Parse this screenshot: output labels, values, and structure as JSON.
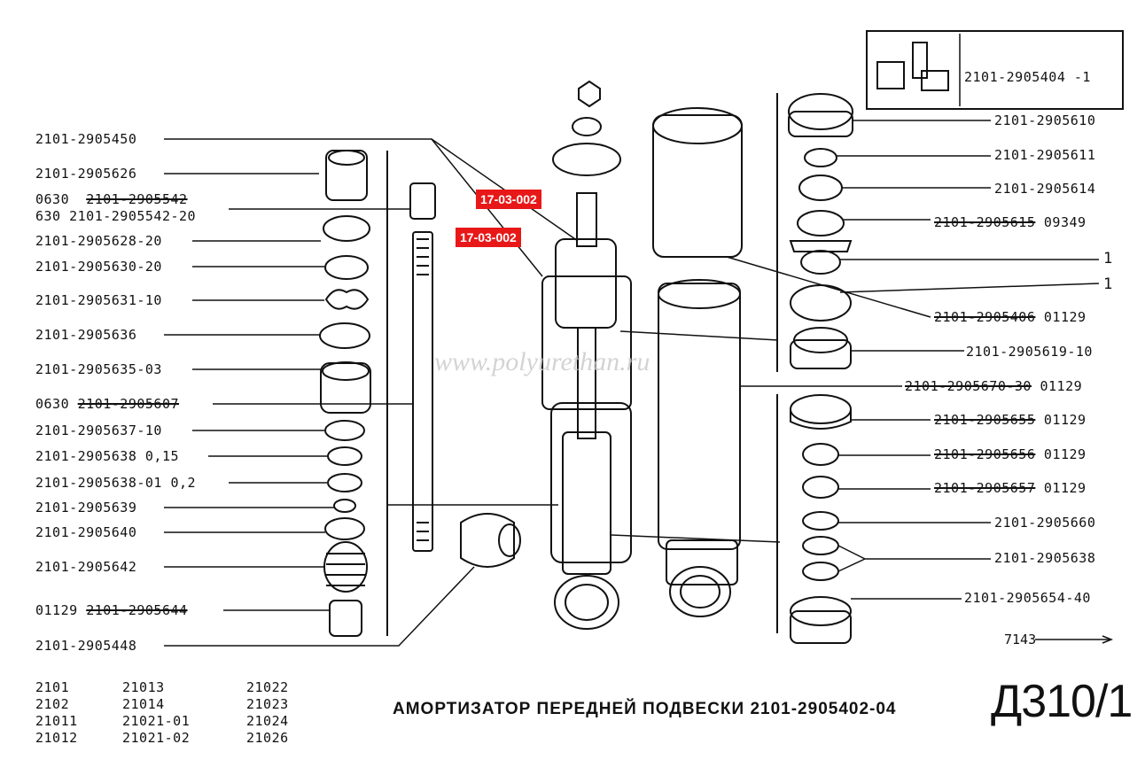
{
  "title": "АМОРТИЗАТОР ПЕРЕДНЕЙ ПОДВЕСКИ 2101-2905402-04",
  "page_code": "Д310/1",
  "figure_number": "7143",
  "watermark": "www.polyurethan.ru",
  "tags": [
    "17-03-002",
    "17-03-002"
  ],
  "inset_label": "2101-2905404 -1",
  "left_labels": [
    {
      "pre": "2101-2905450",
      "strike": "",
      "post": ""
    },
    {
      "pre": "2101-2905626",
      "strike": "",
      "post": ""
    },
    {
      "pre": "0630  ",
      "strike": "2101-2905542",
      "post": ""
    },
    {
      "pre": "630 2101-2905542-20",
      "strike": "",
      "post": ""
    },
    {
      "pre": "2101-2905628-20",
      "strike": "",
      "post": ""
    },
    {
      "pre": "2101-2905630-20",
      "strike": "",
      "post": ""
    },
    {
      "pre": "2101-2905631-10",
      "strike": "",
      "post": ""
    },
    {
      "pre": "2101-2905636",
      "strike": "",
      "post": ""
    },
    {
      "pre": "2101-2905635-03",
      "strike": "",
      "post": ""
    },
    {
      "pre": "0630 ",
      "strike": "2101-2905607",
      "post": ""
    },
    {
      "pre": "2101-2905637-10",
      "strike": "",
      "post": ""
    },
    {
      "pre": "2101-2905638 0,15",
      "strike": "",
      "post": ""
    },
    {
      "pre": "2101-2905638-01 0,2",
      "strike": "",
      "post": ""
    },
    {
      "pre": "2101-2905639",
      "strike": "",
      "post": ""
    },
    {
      "pre": "2101-2905640",
      "strike": "",
      "post": ""
    },
    {
      "pre": "2101-2905642",
      "strike": "",
      "post": ""
    },
    {
      "pre": "01129 ",
      "strike": "2101-2905644",
      "post": ""
    },
    {
      "pre": "2101-2905448",
      "strike": "",
      "post": ""
    }
  ],
  "right_labels": [
    {
      "pre": "2101-2905610",
      "strike": "",
      "post": ""
    },
    {
      "pre": "2101-2905611",
      "strike": "",
      "post": ""
    },
    {
      "pre": "2101-2905614",
      "strike": "",
      "post": ""
    },
    {
      "pre": "",
      "strike": "2101-2905615",
      "post": " 09349"
    },
    {
      "pre": "1",
      "strike": "",
      "post": ""
    },
    {
      "pre": "1",
      "strike": "",
      "post": ""
    },
    {
      "pre": "",
      "strike": "2101-2905406",
      "post": " 01129"
    },
    {
      "pre": "2101-2905619-10",
      "strike": "",
      "post": ""
    },
    {
      "pre": "",
      "strike": "2101-2905670-30",
      "post": " 01129"
    },
    {
      "pre": "",
      "strike": "2101-2905655",
      "post": " 01129"
    },
    {
      "pre": "",
      "strike": "2101-2905656",
      "post": " 01129"
    },
    {
      "pre": "",
      "strike": "2101-2905657",
      "post": " 01129"
    },
    {
      "pre": "2101-2905660",
      "strike": "",
      "post": ""
    },
    {
      "pre": "2101-2905638",
      "strike": "",
      "post": ""
    },
    {
      "pre": "2101-2905654-40",
      "strike": "",
      "post": ""
    }
  ],
  "models": [
    [
      "2101",
      "2102",
      "21011",
      "21012"
    ],
    [
      "21013",
      "21014",
      "21021-01",
      "21021-02"
    ],
    [
      "21022",
      "21023",
      "21024",
      "21026"
    ]
  ]
}
